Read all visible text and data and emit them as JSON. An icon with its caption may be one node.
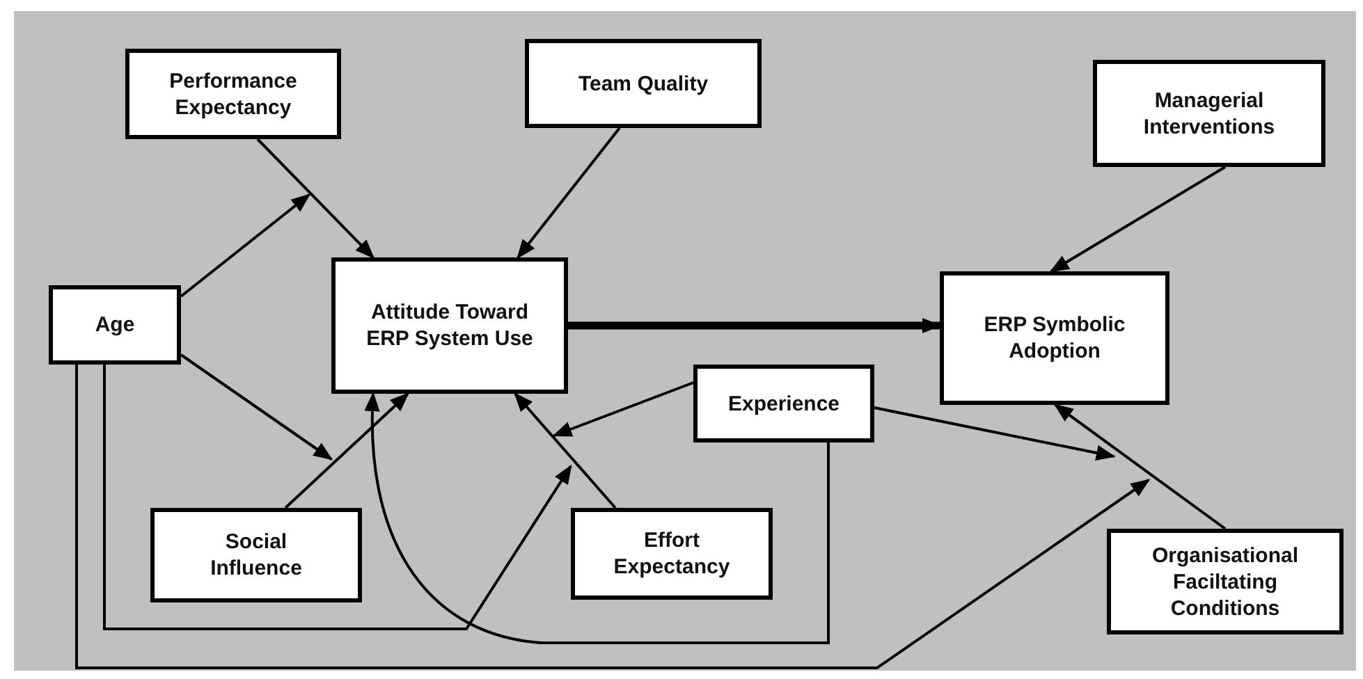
{
  "diagram": {
    "nodes": [
      {
        "text": [
          "Performance Expectancy"
        ]
      },
      {
        "text": [
          "Team Quality"
        ]
      },
      {
        "text": [
          "Managerial Interventions"
        ]
      },
      {
        "text": [
          "Age"
        ]
      },
      {
        "text": [
          "Attitude Toward ERP System Use"
        ]
      },
      {
        "text": [
          "ERP Symbolic Adoption"
        ]
      },
      {
        "text": [
          "Experience"
        ]
      },
      {
        "text": [
          "Social Influence"
        ]
      },
      {
        "text": [
          "Effort Expectancy"
        ]
      },
      {
        "text": [
          "Organisational Faciltating Conditions"
        ]
      }
    ],
    "edges": [
      {
        "from": 3,
        "to": null,
        "arrow": "to"
      },
      {
        "from": 0,
        "to": 4,
        "arrow": "to"
      },
      {
        "from": 1,
        "to": 4,
        "arrow": "to"
      },
      {
        "from": 4,
        "to": 5,
        "arrow": "to",
        "style": "thick"
      },
      {
        "from": 2,
        "to": 5,
        "arrow": "to"
      },
      {
        "from": 3,
        "to": null,
        "arrow": "to"
      },
      {
        "from": 7,
        "to": 4,
        "arrow": "to"
      },
      {
        "from": 8,
        "to": 4,
        "arrow": "to"
      },
      {
        "from": 6,
        "to": null,
        "arrow": "to"
      },
      {
        "from": 6,
        "to": null,
        "arrow": "to"
      },
      {
        "from": 9,
        "to": 5,
        "arrow": "to"
      },
      {
        "from": 3,
        "to": null,
        "arrow": "to"
      },
      {
        "from": 3,
        "to": null,
        "arrow": "to"
      },
      {
        "from": 6,
        "to": 4,
        "arrow": "to"
      }
    ]
  }
}
